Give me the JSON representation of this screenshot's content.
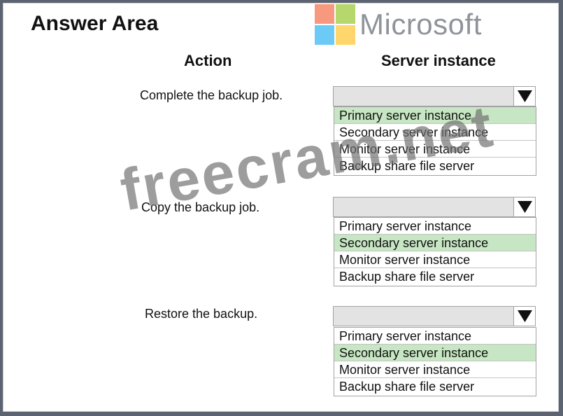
{
  "title": "Answer Area",
  "logo": {
    "text": "Microsoft",
    "colors": [
      "#f25022",
      "#7fba00",
      "#00a4ef",
      "#ffb900"
    ]
  },
  "headers": {
    "action": "Action",
    "server": "Server instance"
  },
  "rows": [
    {
      "action": "Complete the backup job.",
      "options": [
        "Primary server instance",
        "Secondary server instance",
        "Monitor server instance",
        "Backup share file server"
      ],
      "selected": 0
    },
    {
      "action": "Copy the backup job.",
      "options": [
        "Primary server instance",
        "Secondary server instance",
        "Monitor server instance",
        "Backup share file server"
      ],
      "selected": 1
    },
    {
      "action": "Restore the backup.",
      "options": [
        "Primary server instance",
        "Secondary server instance",
        "Monitor server instance",
        "Backup share file server"
      ],
      "selected": 1
    }
  ],
  "watermark": "freecram.net",
  "colors": {
    "selected_bg": "#c7e6c3",
    "dropdown_head_bg": "#e3e3e3"
  }
}
